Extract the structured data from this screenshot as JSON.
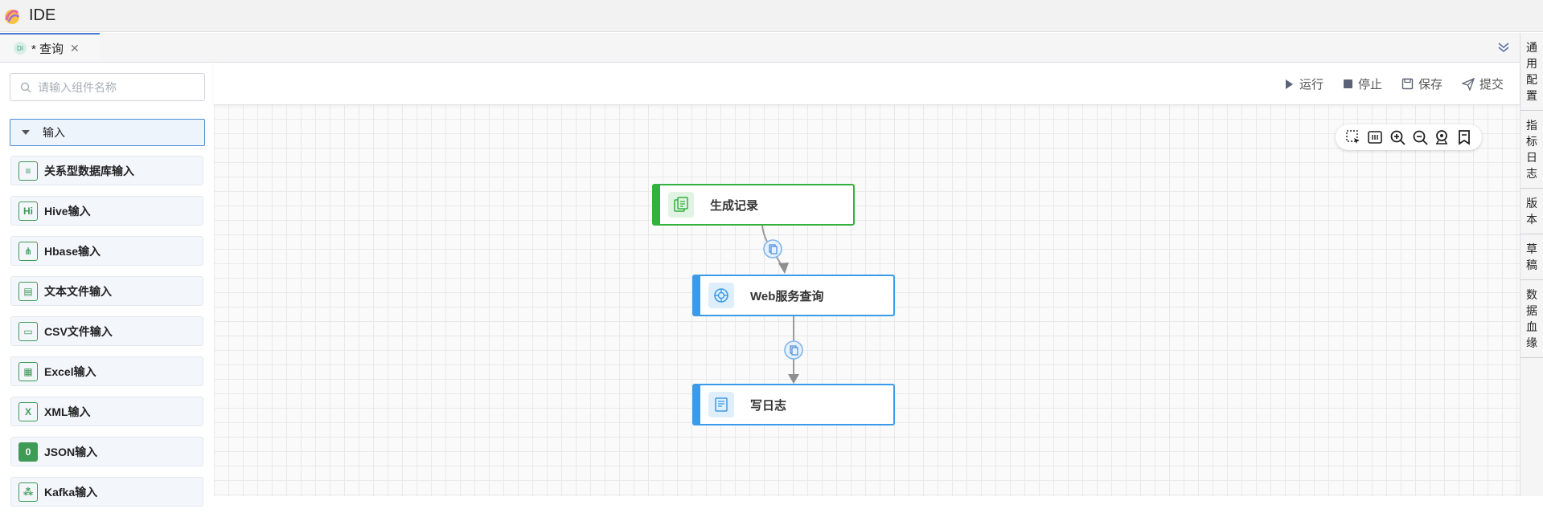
{
  "app": {
    "title": "IDE"
  },
  "tabs": [
    {
      "icon_text": "DI",
      "label": "* 查询",
      "close": "✕"
    }
  ],
  "right_panel": [
    {
      "label": "通用配置"
    },
    {
      "label": "指标日志"
    },
    {
      "label": "版本"
    },
    {
      "label": "草稿"
    },
    {
      "label": "数据血缘"
    }
  ],
  "component_panel": {
    "search_placeholder": "请输入组件名称",
    "group": "输入",
    "items": [
      {
        "label": "关系型数据库输入",
        "icon": "database-icon",
        "icon_text": "≡"
      },
      {
        "label": "Hive输入",
        "icon": "hive-icon",
        "icon_text": "Hi"
      },
      {
        "label": "Hbase输入",
        "icon": "hbase-icon",
        "icon_text": "⋔"
      },
      {
        "label": "文本文件输入",
        "icon": "text-file-icon",
        "icon_text": "▤"
      },
      {
        "label": "CSV文件输入",
        "icon": "csv-file-icon",
        "icon_text": "▭"
      },
      {
        "label": "Excel输入",
        "icon": "excel-icon",
        "icon_text": "▦"
      },
      {
        "label": "XML输入",
        "icon": "xml-icon",
        "icon_text": "X"
      },
      {
        "label": "JSON输入",
        "icon": "json-icon",
        "icon_text": "0"
      },
      {
        "label": "Kafka输入",
        "icon": "kafka-icon",
        "icon_text": "⁂"
      }
    ]
  },
  "toolbar": {
    "run": "运行",
    "stop": "停止",
    "save": "保存",
    "submit": "提交"
  },
  "flow": {
    "nodes": [
      {
        "label": "生成记录",
        "icon": "records-icon",
        "kind": "source"
      },
      {
        "label": "Web服务查询",
        "icon": "web-service-icon",
        "kind": "step"
      },
      {
        "label": "写日志",
        "icon": "log-icon",
        "kind": "step"
      }
    ]
  },
  "colors": {
    "accent": "#3b9be8",
    "source": "#33b13f",
    "component_icon": "#3e9a55"
  }
}
